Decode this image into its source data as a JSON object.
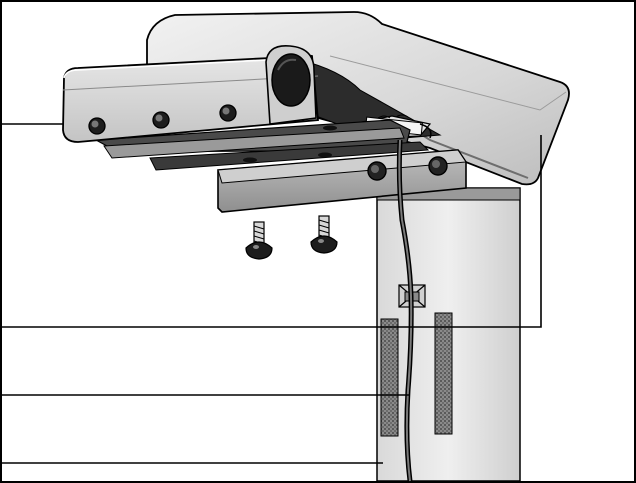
{
  "diagram": {
    "callouts": [
      {
        "id": "bracket",
        "label": ""
      },
      {
        "id": "cover",
        "label": ""
      },
      {
        "id": "cable",
        "label": ""
      },
      {
        "id": "column",
        "label": ""
      }
    ],
    "parts": {
      "screws": 2,
      "bracket_holes": 3,
      "velcro_strips": 2
    },
    "colors": {
      "frame": "#000000",
      "metal_light": "#e6e6e6",
      "metal_mid": "#b9b9b9",
      "metal_dark": "#8c8c8c",
      "shadow": "#3a3a3a",
      "background": "#ffffff"
    }
  }
}
